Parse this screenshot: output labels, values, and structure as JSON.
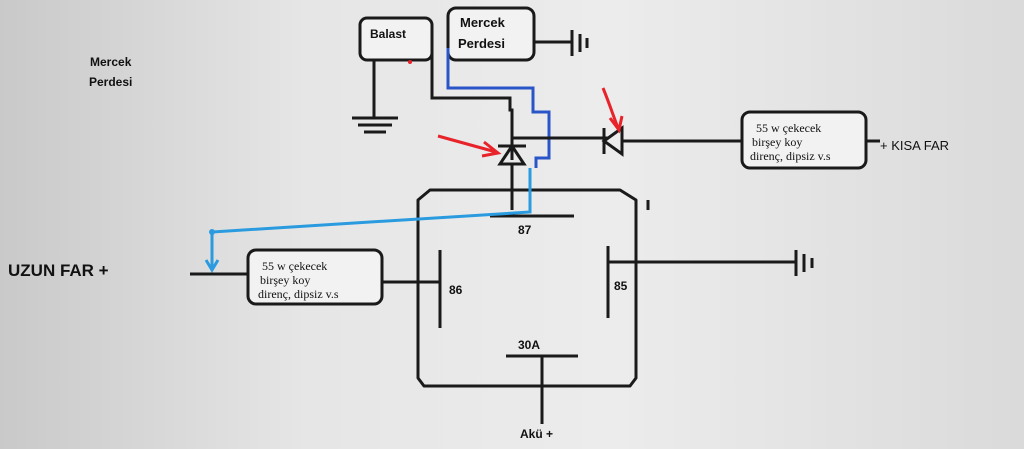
{
  "labels": {
    "top_left_note_line1": "Mercek",
    "top_left_note_line2": "Perdesi",
    "balast": "Balast",
    "mercek_box_line1": "Mercek",
    "mercek_box_line2": "Perdesi",
    "resistor_right_line1": "55 w çekecek",
    "resistor_right_line2": "birşey koy",
    "resistor_right_line3": "direnç, dipsiz v.s",
    "kisa_far": "+ KISA FAR",
    "resistor_left_line1": "55 w çekecek",
    "resistor_left_line2": "birşey koy",
    "resistor_left_line3": "direnç, dipsiz v.s",
    "uzun_far": "UZUN FAR +",
    "pin_87": "87",
    "pin_86": "86",
    "pin_85": "85",
    "pin_30a": "30A",
    "aku": "Akü +"
  },
  "colors": {
    "wire": "#1a1a1a",
    "blue_wire_light": "#2b9be0",
    "blue_wire_dark": "#2a55c8",
    "arrow_red": "#e8232a"
  },
  "icons": [
    "ground-symbol",
    "diode-symbol",
    "red-arrow"
  ]
}
